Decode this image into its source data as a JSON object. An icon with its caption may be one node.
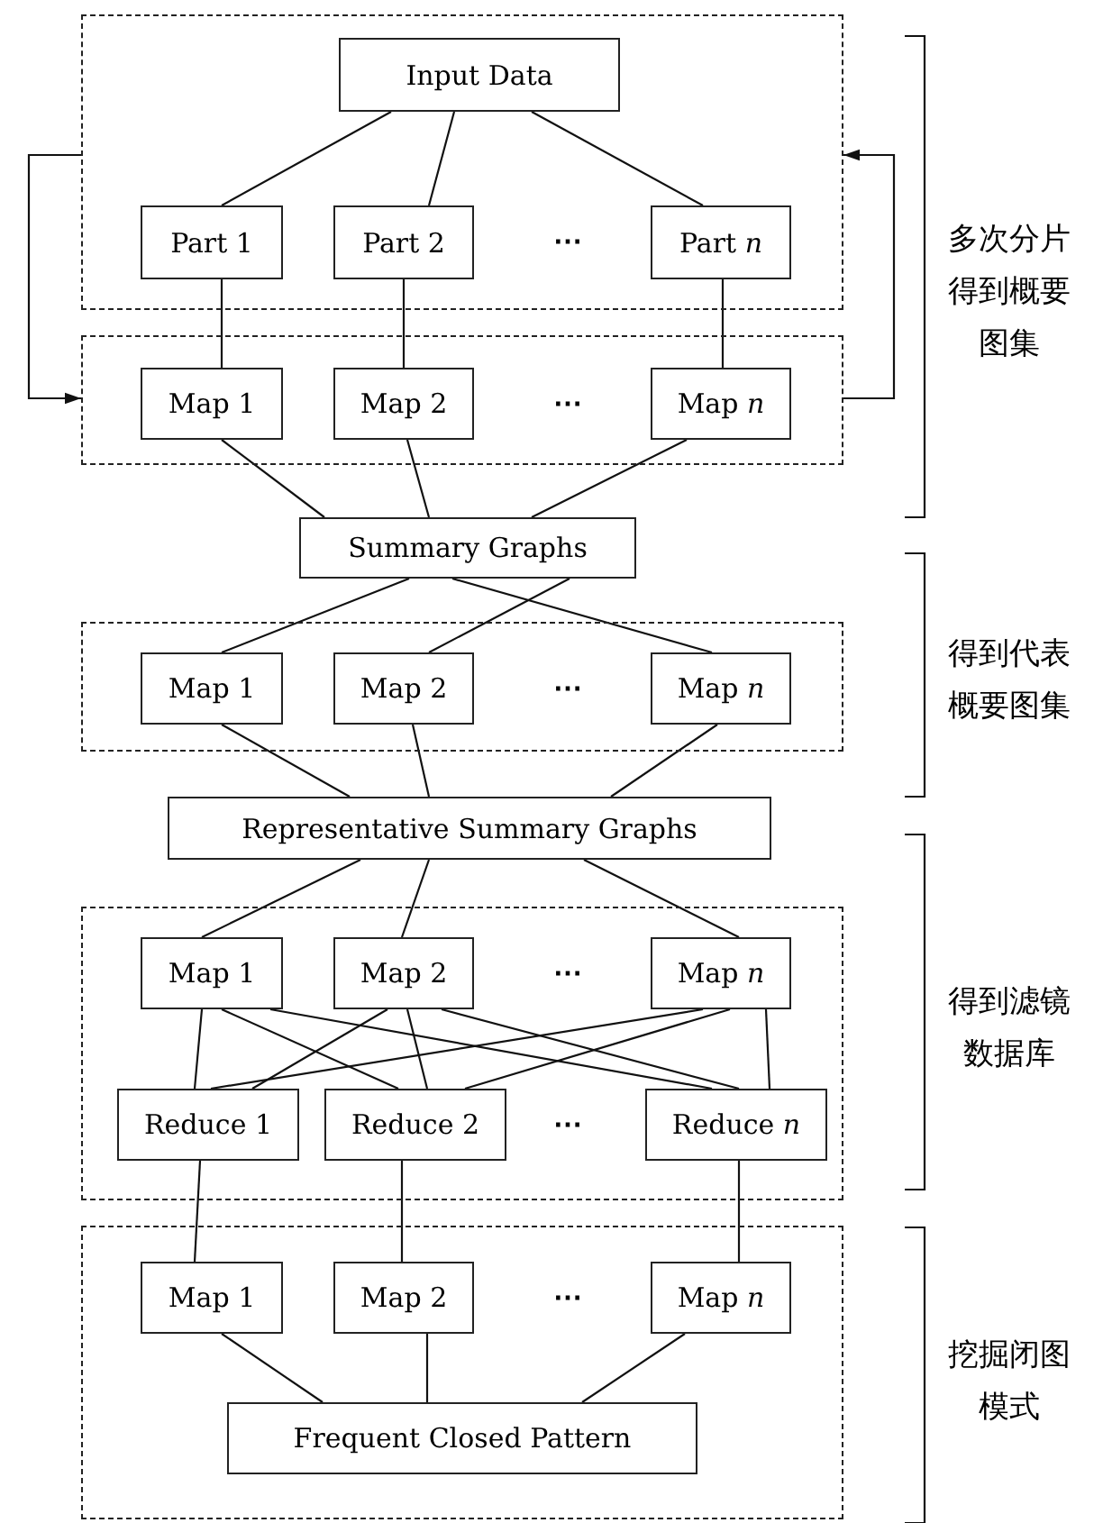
{
  "diagram": {
    "nodes": [
      {
        "text": [],
        "shape": "box"
      },
      {
        "text": [
          "Input Data"
        ],
        "in": 0
      },
      {
        "text": [
          "Part 1"
        ],
        "in": 0
      },
      {
        "text": [
          "Part 2"
        ],
        "in": 0
      },
      {
        "text": [
          "Part *n*"
        ],
        "in": 0
      },
      {
        "text": [],
        "shape": "box"
      },
      {
        "text": [
          "Map 1"
        ],
        "in": 5
      },
      {
        "text": [
          "Map 2"
        ],
        "in": 5
      },
      {
        "text": [
          "Map *n*"
        ],
        "in": 5
      },
      {
        "text": [
          "Summary Graphs"
        ]
      },
      {
        "text": [],
        "shape": "box"
      },
      {
        "text": [
          "Map 1"
        ],
        "in": 10
      },
      {
        "text": [
          "Map 2"
        ],
        "in": 10
      },
      {
        "text": [
          "Map *n*"
        ],
        "in": 10
      },
      {
        "text": [
          "Representative Summary Graphs"
        ]
      },
      {
        "text": [],
        "shape": "box"
      },
      {
        "text": [
          "Map 1"
        ],
        "in": 15
      },
      {
        "text": [
          "Map 2"
        ],
        "in": 15
      },
      {
        "text": [
          "Map *n*"
        ],
        "in": 15
      },
      {
        "text": [
          "Reduce 1"
        ],
        "in": 15
      },
      {
        "text": [
          "Reduce 2"
        ],
        "in": 15
      },
      {
        "text": [
          "Reduce *n*"
        ],
        "in": 15
      },
      {
        "text": [],
        "shape": "box"
      },
      {
        "text": [
          "Map 1"
        ],
        "in": 22
      },
      {
        "text": [
          "Map 2"
        ],
        "in": 22
      },
      {
        "text": [
          "Map *n*"
        ],
        "in": 22
      },
      {
        "text": [
          "Frequent Closed Pattern"
        ],
        "in": 22
      }
    ],
    "edges": [
      {
        "from": 1,
        "to": 2,
        "arrow": "none"
      },
      {
        "from": 1,
        "to": 3,
        "arrow": "none"
      },
      {
        "from": 1,
        "to": 4,
        "arrow": "none"
      },
      {
        "from": 2,
        "to": 6,
        "arrow": "none"
      },
      {
        "from": 3,
        "to": 7,
        "arrow": "none"
      },
      {
        "from": 4,
        "to": 8,
        "arrow": "none"
      },
      {
        "from": 0,
        "to": 5,
        "arrow": "to"
      },
      {
        "from": 5,
        "to": 0,
        "arrow": "to"
      },
      {
        "from": 6,
        "to": 9,
        "arrow": "none"
      },
      {
        "from": 7,
        "to": 9,
        "arrow": "none"
      },
      {
        "from": 8,
        "to": 9,
        "arrow": "none"
      },
      {
        "from": 9,
        "to": 11,
        "arrow": "none"
      },
      {
        "from": 9,
        "to": 12,
        "arrow": "none"
      },
      {
        "from": 9,
        "to": 13,
        "arrow": "none"
      },
      {
        "from": 11,
        "to": 14,
        "arrow": "none"
      },
      {
        "from": 12,
        "to": 14,
        "arrow": "none"
      },
      {
        "from": 13,
        "to": 14,
        "arrow": "none"
      },
      {
        "from": 14,
        "to": 16,
        "arrow": "none"
      },
      {
        "from": 14,
        "to": 17,
        "arrow": "none"
      },
      {
        "from": 14,
        "to": 18,
        "arrow": "none"
      },
      {
        "from": 16,
        "to": 19,
        "arrow": "none"
      },
      {
        "from": 16,
        "to": 20,
        "arrow": "none"
      },
      {
        "from": 16,
        "to": 21,
        "arrow": "none"
      },
      {
        "from": 17,
        "to": 19,
        "arrow": "none"
      },
      {
        "from": 17,
        "to": 20,
        "arrow": "none"
      },
      {
        "from": 17,
        "to": 21,
        "arrow": "none"
      },
      {
        "from": 18,
        "to": 19,
        "arrow": "none"
      },
      {
        "from": 18,
        "to": 20,
        "arrow": "none"
      },
      {
        "from": 18,
        "to": 21,
        "arrow": "none"
      },
      {
        "from": 19,
        "to": 23,
        "arrow": "none"
      },
      {
        "from": 20,
        "to": 24,
        "arrow": "none"
      },
      {
        "from": 21,
        "to": 25,
        "arrow": "none"
      },
      {
        "from": 23,
        "to": 26,
        "arrow": "none"
      },
      {
        "from": 24,
        "to": 26,
        "arrow": "none"
      },
      {
        "from": 25,
        "to": 26,
        "arrow": "none"
      }
    ],
    "labels": [
      "⋯",
      "多次分片得到概要图集",
      "⋯",
      "⋯",
      "得到代表概要图集",
      "⋯",
      "得到滤镜数据库",
      "⋯",
      "⋯",
      "挖掘闭图模式"
    ]
  }
}
